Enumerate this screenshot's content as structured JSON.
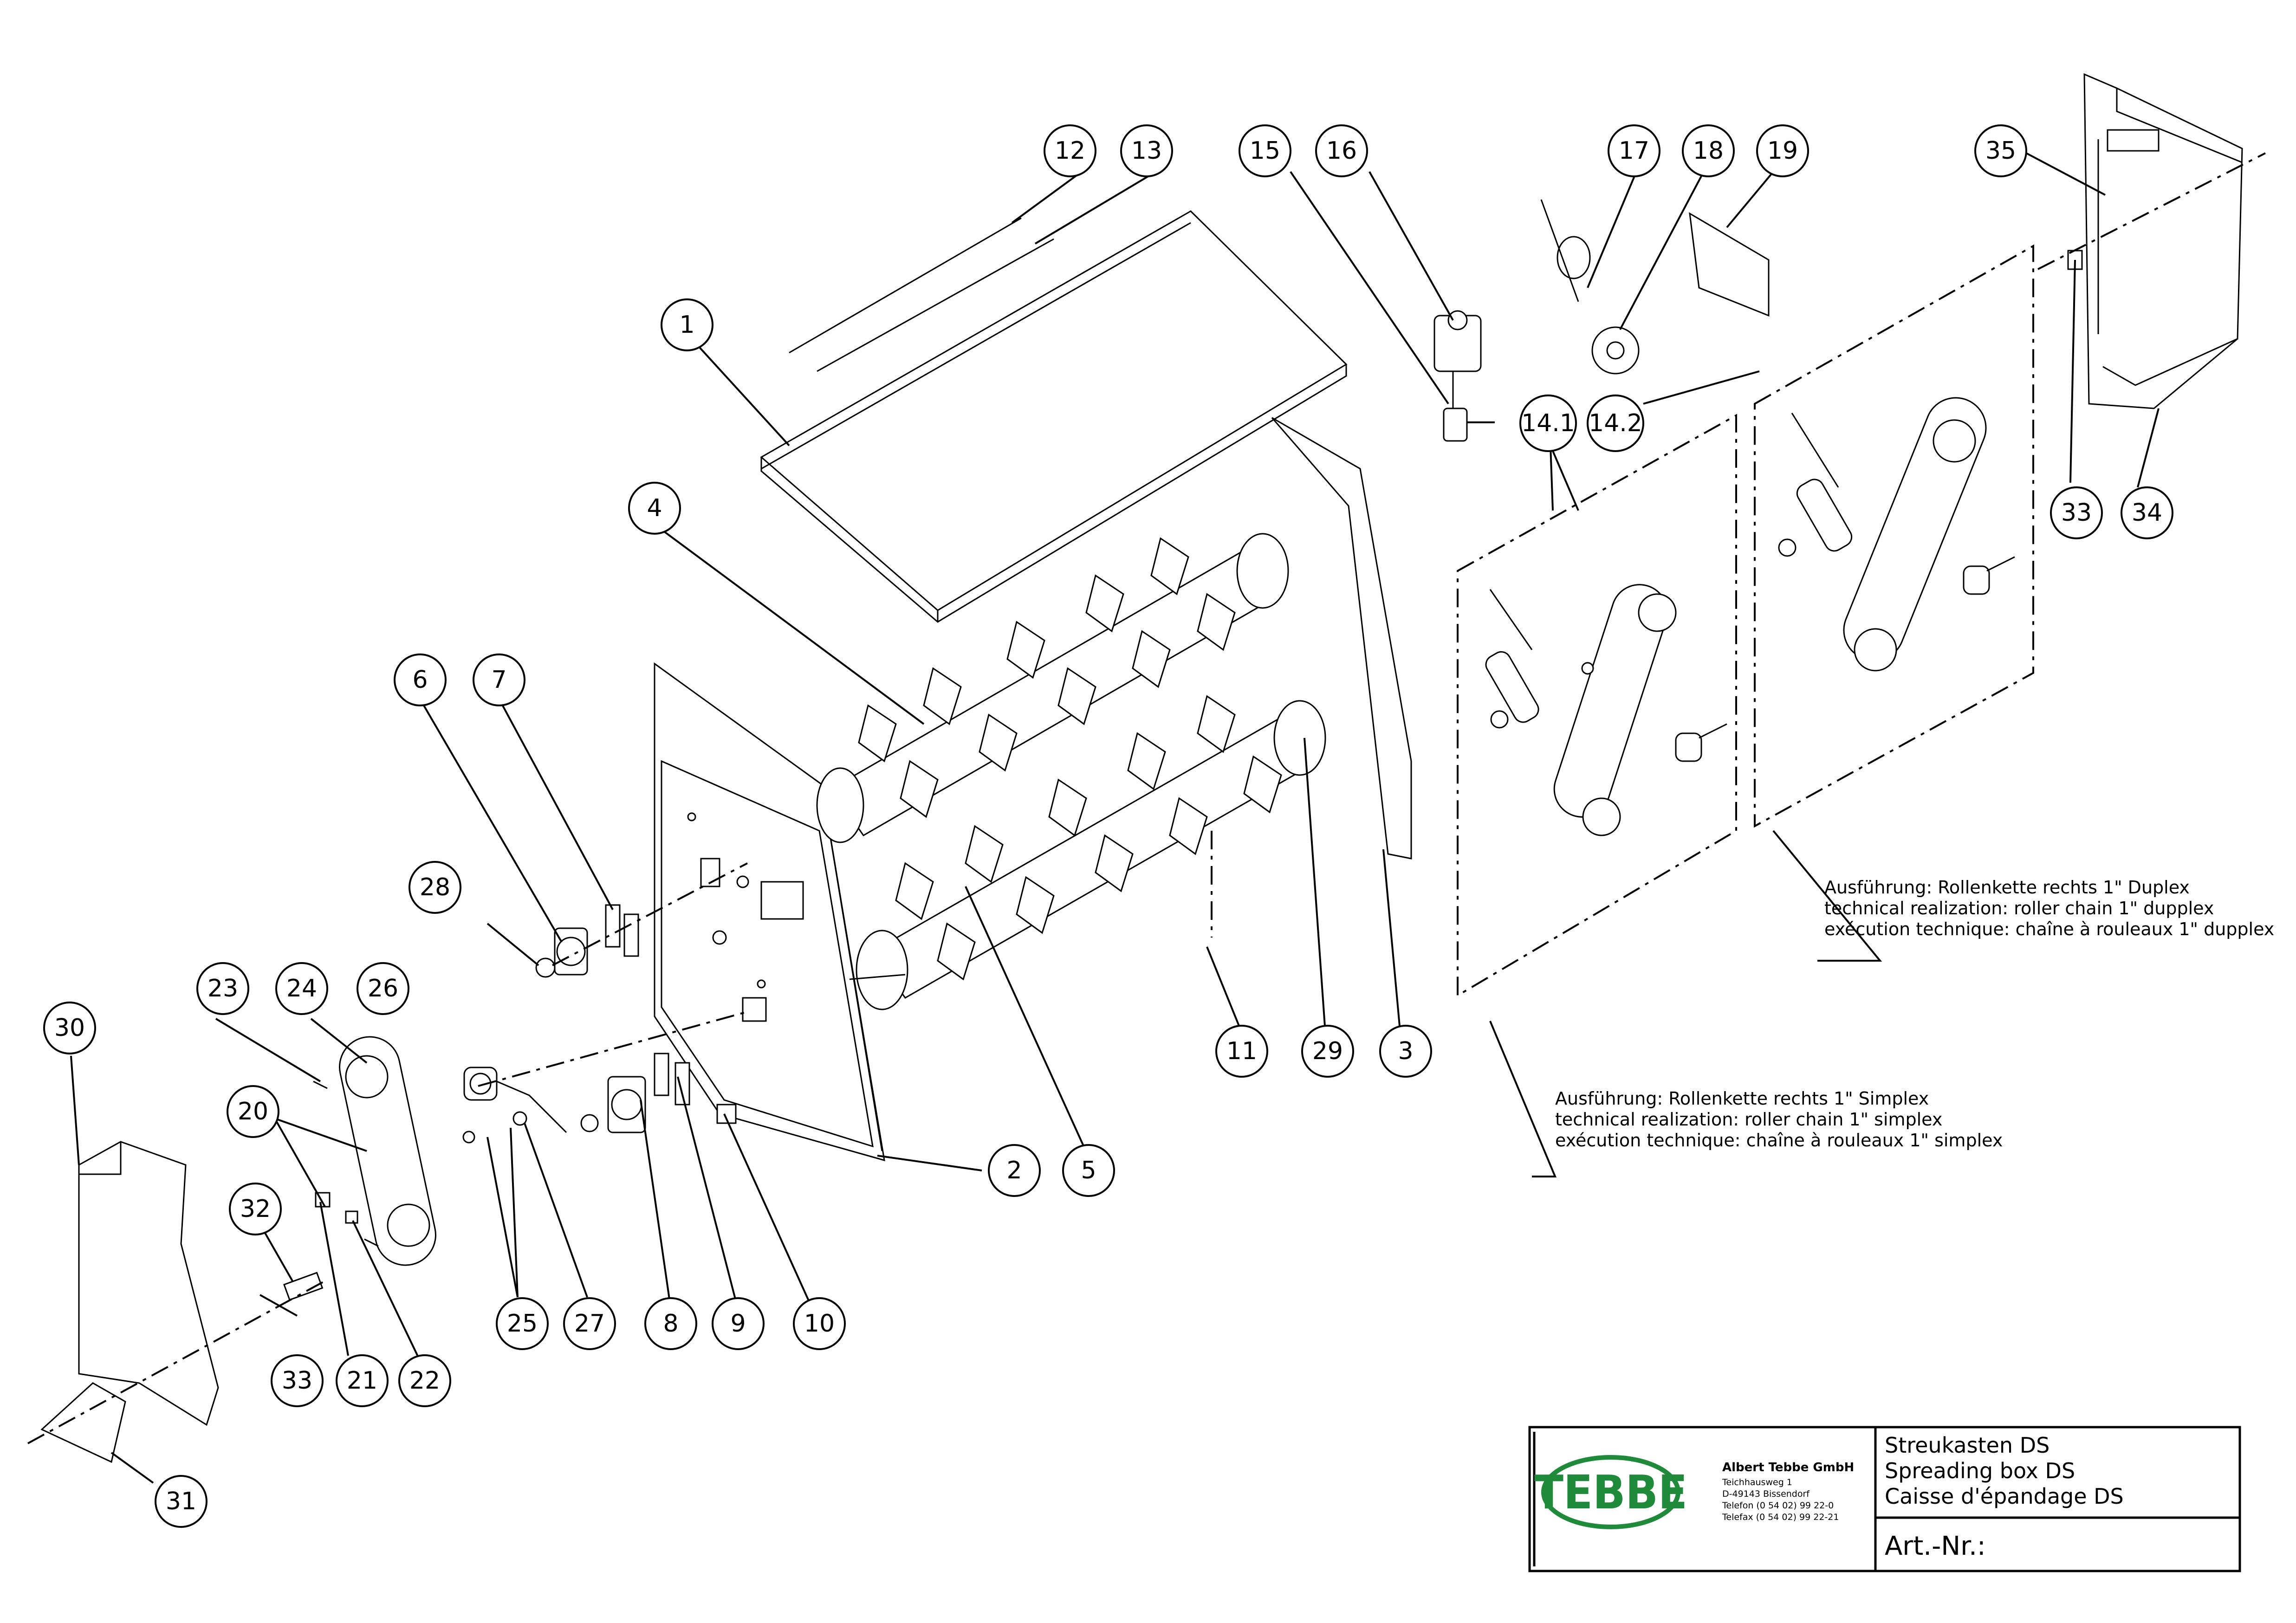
{
  "balloons": [
    {
      "label": "1"
    },
    {
      "label": "2"
    },
    {
      "label": "3"
    },
    {
      "label": "4"
    },
    {
      "label": "5"
    },
    {
      "label": "6"
    },
    {
      "label": "7"
    },
    {
      "label": "8"
    },
    {
      "label": "9"
    },
    {
      "label": "10"
    },
    {
      "label": "11"
    },
    {
      "label": "12"
    },
    {
      "label": "13"
    },
    {
      "label": "14.1"
    },
    {
      "label": "14.2"
    },
    {
      "label": "15"
    },
    {
      "label": "16"
    },
    {
      "label": "17"
    },
    {
      "label": "18"
    },
    {
      "label": "19"
    },
    {
      "label": "20"
    },
    {
      "label": "21"
    },
    {
      "label": "22"
    },
    {
      "label": "23"
    },
    {
      "label": "24"
    },
    {
      "label": "25"
    },
    {
      "label": "26"
    },
    {
      "label": "27"
    },
    {
      "label": "28"
    },
    {
      "label": "29"
    },
    {
      "label": "30"
    },
    {
      "label": "31"
    },
    {
      "label": "32"
    },
    {
      "label": "33"
    },
    {
      "label": "33"
    },
    {
      "label": "34"
    },
    {
      "label": "35"
    }
  ],
  "notes": {
    "duplex": [
      "Ausführung: Rollenkette rechts 1\" Duplex",
      "technical realization: roller chain 1\" dupplex",
      "exécution technique: chaîne à rouleaux 1\" dupplex"
    ],
    "simplex": [
      "Ausführung: Rollenkette rechts 1\" Simplex",
      "technical realization: roller chain 1\" simplex",
      "exécution technique: chaîne à rouleaux 1\" simplex"
    ]
  },
  "title_block": {
    "logo_text": "TEBBE",
    "company": "Albert Tebbe GmbH",
    "address_lines": [
      "Teichhausweg 1",
      "D-49143 Bissendorf",
      "Telefon (0 54 02) 99 22-0",
      "Telefax (0 54 02) 99 22-21"
    ],
    "title_de": "Streukasten DS",
    "title_en": "Spreading box DS",
    "title_fr": "Caisse d'épandage DS",
    "art_nr_label": "Art.-Nr.:"
  },
  "colors": {
    "logo_green": "#1f8a3a",
    "line": "#000000"
  }
}
